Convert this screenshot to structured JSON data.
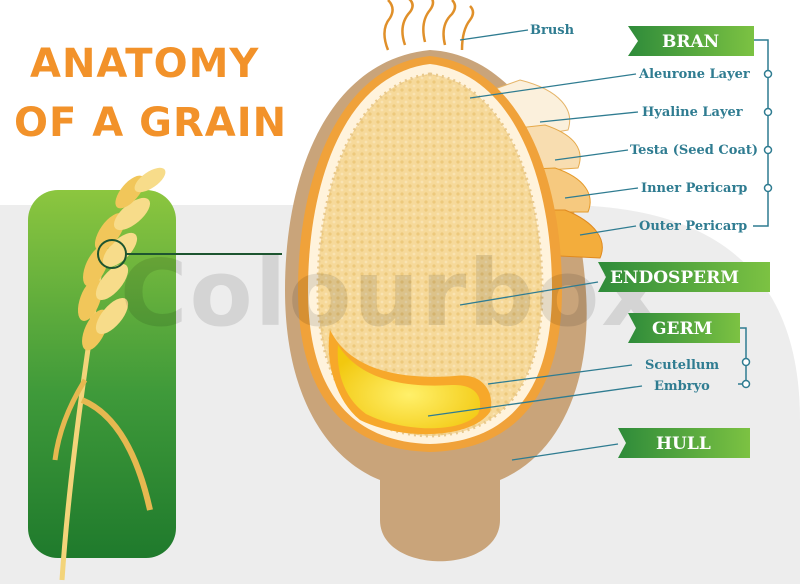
{
  "title": {
    "line1": "ANATOMY",
    "line2": "OF A GRAIN"
  },
  "watermark": "Colourbox",
  "colors": {
    "title": "#f2922a",
    "label_text": "#2f7c91",
    "badge_green": "#3f9a3a",
    "hull": "#c9a47a",
    "endosperm": "#f6d99a",
    "germ": "#f5d21c",
    "background_band": "#ededed"
  },
  "labels": {
    "brush": "Brush",
    "aleurone": "Aleurone Layer",
    "hyaline": "Hyaline Layer",
    "testa": "Testa (Seed Coat)",
    "inner_pericarp": "Inner Pericarp",
    "outer_pericarp": "Outer Pericarp",
    "scutellum": "Scutellum",
    "embryo": "Embryo"
  },
  "badges": {
    "bran": "BRAN",
    "endosperm": "ENDOSPERM",
    "germ": "GERM",
    "hull": "HULL"
  }
}
